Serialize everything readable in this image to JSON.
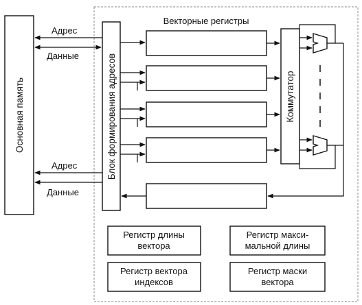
{
  "main_memory": {
    "label": "Основная память"
  },
  "address_unit": {
    "label": "Блок формирования адресов"
  },
  "switch_unit": {
    "label": "Коммутатор"
  },
  "vector_registers": {
    "title": "Векторные регистры"
  },
  "bus": {
    "top_address": "Адрес",
    "top_data": "Данные",
    "bottom_address": "Адрес",
    "bottom_data": "Данные"
  },
  "control_registers": [
    {
      "line1": "Регистр длины",
      "line2": "вектора"
    },
    {
      "line1": "Регистр макси-",
      "line2": "мальной длины"
    },
    {
      "line1": "Регистр вектора",
      "line2": "индексов"
    },
    {
      "line1": "Регистр маски",
      "line2": "вектора"
    }
  ]
}
